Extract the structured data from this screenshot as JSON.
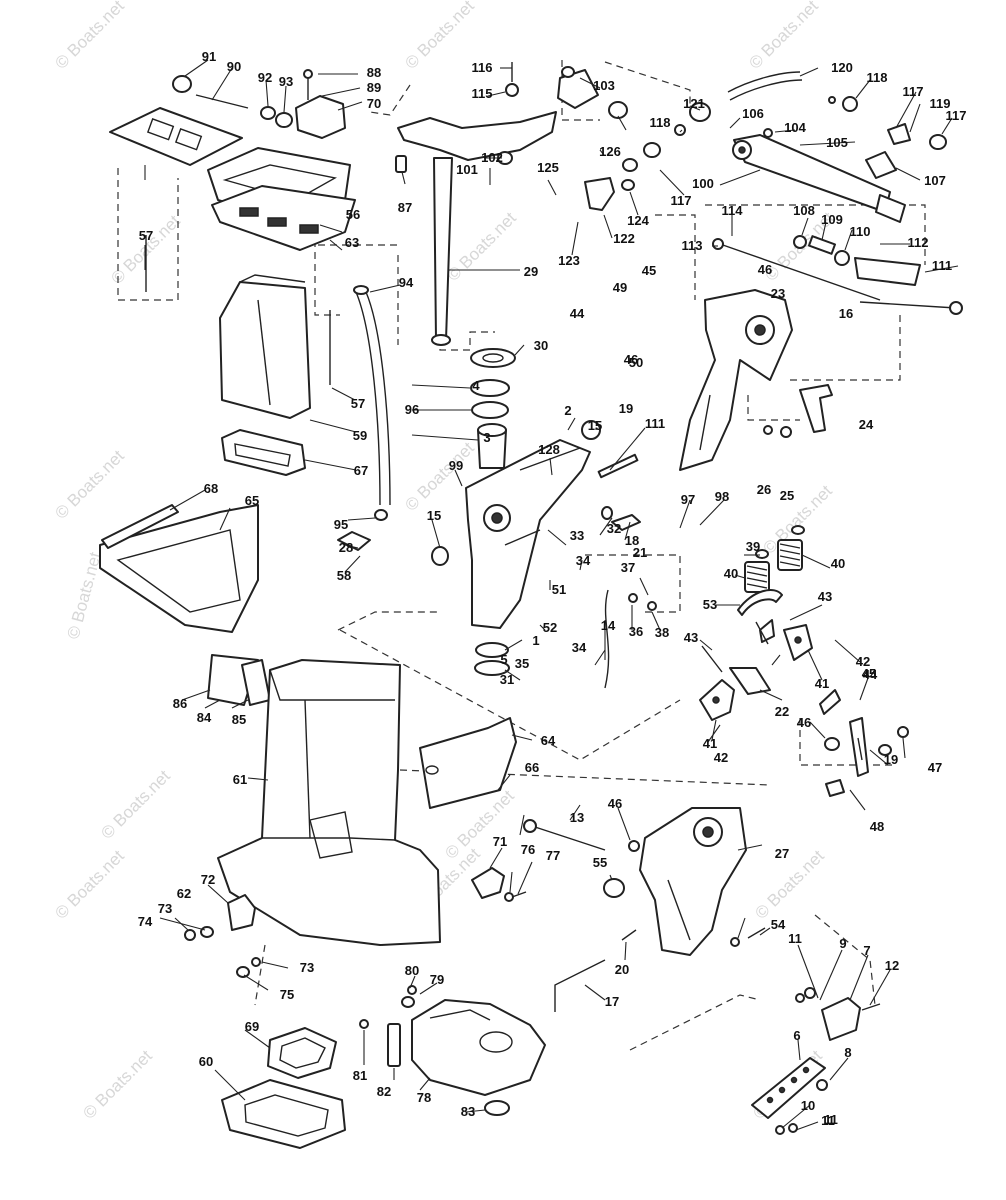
{
  "watermarks": [
    "© Boats.net",
    "© Boats.net",
    "© Boats.net",
    "© Boats.net",
    "© Boats.net",
    "© Boats.net",
    "© Boats.net",
    "© Boats.net",
    "© Boats.net",
    "© Boats.net",
    "© Boats.net",
    "© Boats.net",
    "© Boats.net",
    "© Boats.net",
    "© Boats.net",
    "© Boats.net"
  ],
  "side_watermark": "© Boats.net",
  "callouts": [
    "1",
    "2",
    "3",
    "4",
    "5",
    "6",
    "7",
    "8",
    "9",
    "10",
    "11",
    "11",
    "11",
    "12",
    "13",
    "14",
    "15",
    "15",
    "16",
    "17",
    "18",
    "19",
    "19",
    "20",
    "21",
    "22",
    "23",
    "24",
    "25",
    "26",
    "27",
    "28",
    "29",
    "30",
    "31",
    "32",
    "33",
    "34",
    "34",
    "35",
    "36",
    "37",
    "38",
    "39",
    "40",
    "40",
    "41",
    "41",
    "42",
    "42",
    "43",
    "43",
    "44",
    "44",
    "45",
    "45",
    "46",
    "46",
    "46",
    "46",
    "47",
    "48",
    "49",
    "50",
    "51",
    "52",
    "53",
    "54",
    "55",
    "56",
    "57",
    "57",
    "58",
    "59",
    "60",
    "61",
    "62",
    "63",
    "64",
    "65",
    "66",
    "67",
    "68",
    "69",
    "70",
    "71",
    "72",
    "73",
    "73",
    "74",
    "75",
    "76",
    "77",
    "78",
    "79",
    "80",
    "81",
    "82",
    "83",
    "84",
    "85",
    "86",
    "87",
    "88",
    "89",
    "90",
    "91",
    "92",
    "93",
    "94",
    "95",
    "96",
    "97",
    "98",
    "99",
    "100",
    "101",
    "102",
    "103",
    "104",
    "105",
    "106",
    "107",
    "108",
    "109",
    "110",
    "111",
    "111",
    "112",
    "113",
    "114",
    "115",
    "116",
    "117",
    "117",
    "117",
    "118",
    "118",
    "119",
    "120",
    "121",
    "122",
    "123",
    "124",
    "125",
    "126",
    "128"
  ]
}
